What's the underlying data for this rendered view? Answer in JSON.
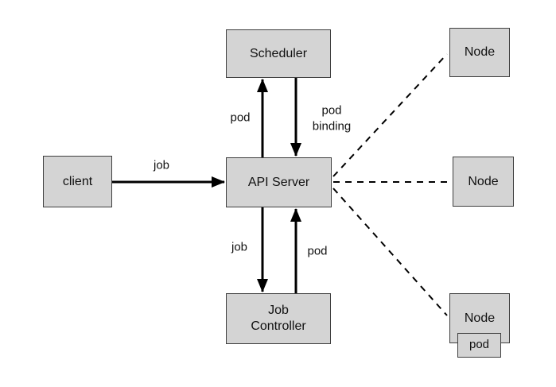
{
  "nodes": {
    "client": {
      "label": "client"
    },
    "scheduler": {
      "label": "Scheduler"
    },
    "api_server": {
      "label": "API Server"
    },
    "job_controller": {
      "label": "Job\nController"
    },
    "node_top": {
      "label": "Node"
    },
    "node_middle": {
      "label": "Node"
    },
    "node_bottom": {
      "label": "Node"
    },
    "pod": {
      "label": "pod"
    }
  },
  "edges": {
    "client_to_api": {
      "label": "job"
    },
    "api_to_scheduler": {
      "label": "pod"
    },
    "scheduler_to_api": {
      "label": "pod\nbinding"
    },
    "api_to_job_controller": {
      "label": "job"
    },
    "job_controller_to_api": {
      "label": "pod"
    }
  },
  "colors": {
    "background": "#ffffff",
    "box_fill": "#d4d4d4",
    "box_border": "#3f3f3f",
    "line": "#000000",
    "text": "#111111"
  }
}
